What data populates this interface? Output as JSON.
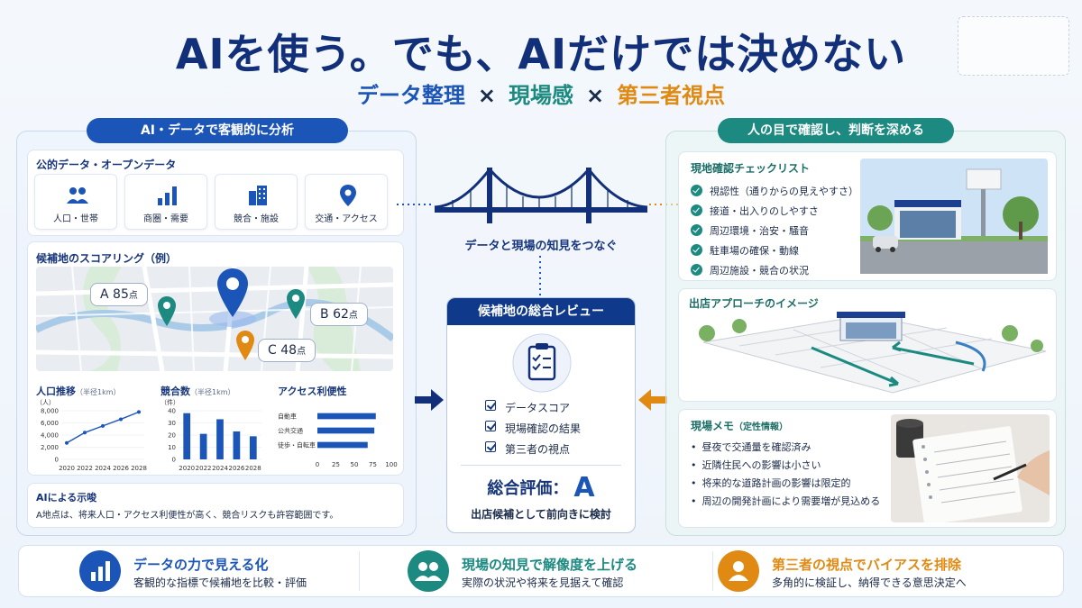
{
  "header": {
    "title": "AIを使う。でも、AIだけでは決めない",
    "subtitle_1": "データ整理",
    "subtitle_2": "現場感",
    "subtitle_3": "第三者視点",
    "times": "×"
  },
  "left": {
    "pill": "AI・データで客観的に分析",
    "open_data_title": "公的データ・オープンデータ",
    "tiles": [
      {
        "label": "人口・世帯",
        "icon": "people-icon"
      },
      {
        "label": "商圏・需要",
        "icon": "bar-chart-icon"
      },
      {
        "label": "競合・施設",
        "icon": "building-icon"
      },
      {
        "label": "交通・アクセス",
        "icon": "map-pin-icon"
      }
    ],
    "scoring_title": "候補地のスコアリング（例）",
    "candidates": [
      {
        "name": "A",
        "score": "85",
        "unit": "点"
      },
      {
        "name": "B",
        "score": "62",
        "unit": "点"
      },
      {
        "name": "C",
        "score": "48",
        "unit": "点"
      }
    ],
    "insight_title": "AIによる示唆",
    "insight_text": "A地点は、将来人口・アクセス利便性が高く、競合リスクも許容範囲です。"
  },
  "chart_data": [
    {
      "type": "line",
      "title": "人口推移",
      "subtitle": "（半径1km）",
      "ylabel": "（人）",
      "x": [
        2020,
        2022,
        2024,
        2026,
        2028
      ],
      "yticks": [
        "8,000",
        "6,000",
        "4,000",
        "2,000",
        "0"
      ],
      "ylim": [
        0,
        8000
      ],
      "series": [
        {
          "values": [
            2700,
            4400,
            5500,
            6600,
            7800
          ]
        }
      ]
    },
    {
      "type": "bar",
      "title": "競合数",
      "subtitle": "（半径1km）",
      "ylabel": "（件）",
      "categories": [
        2020,
        2022,
        2024,
        2026,
        2028
      ],
      "yticks": [
        "40",
        "30",
        "20",
        "10",
        "0"
      ],
      "ylim": [
        0,
        40
      ],
      "values": [
        38,
        21,
        33,
        23,
        19
      ]
    },
    {
      "type": "bar",
      "orientation": "horizontal",
      "title": "アクセス利便性",
      "categories": [
        "自動車",
        "公共交通",
        "徒歩・自転車"
      ],
      "xticks": [
        "0",
        "25",
        "50",
        "75",
        "100"
      ],
      "xlim": [
        0,
        100
      ],
      "values": [
        79,
        77,
        68
      ]
    }
  ],
  "center": {
    "bridge_caption": "データと現場の知見をつなぐ",
    "review_title": "候補地の総合レビュー",
    "items": [
      "データスコア",
      "現場確認の結果",
      "第三者の視点"
    ],
    "rating_label": "総合評価：",
    "rating_value": "A",
    "rating_note": "出店候補として前向きに検討"
  },
  "right": {
    "pill": "人の目で確認し、判断を深める",
    "checklist_title": "現地確認チェックリスト",
    "checklist": [
      "視認性（通りからの見えやすさ）",
      "接道・出入りのしやすさ",
      "周辺環境・治安・騒音",
      "駐車場の確保・動線",
      "周辺施設・競合の状況"
    ],
    "approach_title": "出店アプローチのイメージ",
    "memo_title": "現場メモ",
    "memo_sub": "（定性情報）",
    "memo": [
      "昼夜で交通量を確認済み",
      "近隣住民への影響は小さい",
      "将来的な道路計画の影響は限定的",
      "周辺の開発計画により需要増が見込める"
    ]
  },
  "bottom": [
    {
      "title": "データの力で見える化",
      "text": "客観的な指標で候補地を比較・評価",
      "color": "#1c55b8",
      "icon": "bar-chart-icon"
    },
    {
      "title": "現場の知見で解像度を上げる",
      "text": "実際の状況や将来を見据えて確認",
      "color": "#1c8a80",
      "icon": "people-icon"
    },
    {
      "title": "第三者の視点でバイアスを排除",
      "text": "多角的に検証し、納得できる意思決定へ",
      "color": "#e08a14",
      "icon": "person-icon"
    }
  ],
  "colors": {
    "navy": "#12307a",
    "blue": "#1c55b8",
    "teal": "#1c8a80",
    "orange": "#e08a14"
  }
}
